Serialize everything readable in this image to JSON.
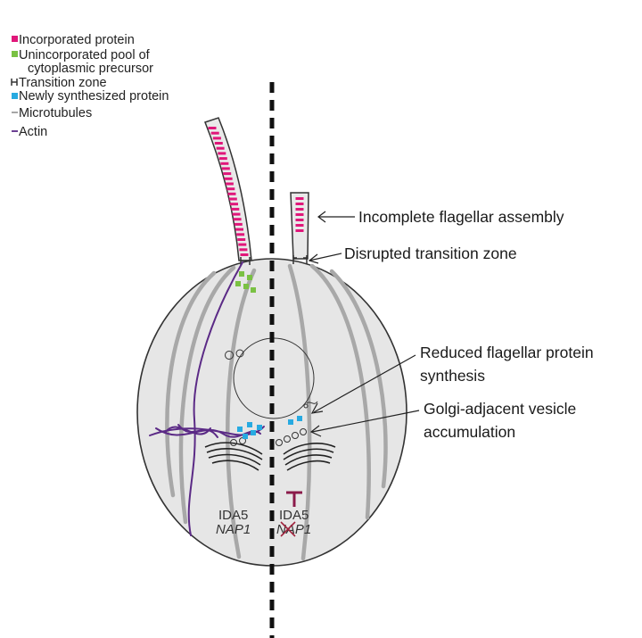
{
  "legend": {
    "incorporated": "Incorporated protein",
    "unincorporated_line1": "Unincorporated pool of",
    "unincorporated_line2": "cytoplasmic precursor",
    "transition": "Transition zone",
    "newly": "Newly synthesized protein",
    "microtubules": "Microtubules",
    "actin": "Actin"
  },
  "callouts": {
    "incomplete": "Incomplete flagellar assembly",
    "disrupted": "Disrupted transition zone",
    "reduced_line1": "Reduced flagellar protein",
    "reduced_line2": "synthesis",
    "golgi_line1": "Golgi-adjacent vesicle",
    "golgi_line2": "accumulation"
  },
  "genes": {
    "left_protein": "IDA5",
    "left_gene": "NAP1",
    "right_protein": "IDA5",
    "right_gene": "NAP1"
  },
  "colors": {
    "incorporated": "#e0177a",
    "unincorporated": "#7ac143",
    "newly": "#27aae1",
    "actin": "#5b2a86",
    "inhibit": "#8b1a4a",
    "microtubule": "#a8a8a8",
    "cell_fill": "#e6e6e6"
  }
}
